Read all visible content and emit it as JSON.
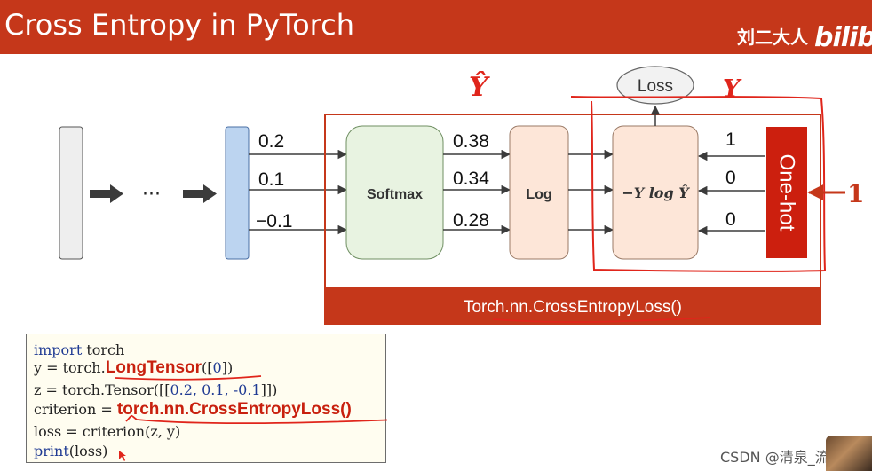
{
  "slide": {
    "title": "Cross Entropy in PyTorch",
    "logo_cn": "刘二大人",
    "logo_bili": "bilibi"
  },
  "diagram": {
    "ellipsis": "···",
    "logits": [
      "0.2",
      "0.1",
      "−0.1"
    ],
    "softmax_label": "Softmax",
    "probs": [
      "0.38",
      "0.34",
      "0.28"
    ],
    "log_label": "Log",
    "nll_label": "−Y log Ŷ",
    "loss_label": "Loss",
    "y_hat": "Ŷ",
    "y": "Y",
    "targets": [
      "1",
      "0",
      "0"
    ],
    "onehot_label": "One-hot",
    "class_index": "1",
    "crossentropy_label": "Torch.nn.CrossEntropyLoss()"
  },
  "code": {
    "line1_kw": "import",
    "line1_rest": " torch",
    "line2_pre": "y = torch.",
    "line2_hl": "LongTensor",
    "line2_mid": "([",
    "line2_num": "0",
    "line2_post": "])",
    "line3_pre": "z = torch.Tensor([[",
    "line3_nums": "0.2, 0.1, -0.1",
    "line3_post": "]])",
    "line4_pre": "criterion = ",
    "line4_hl": "torch.nn.CrossEntropyLoss()",
    "line5": "loss = criterion(z, y)",
    "line6_kw": "print",
    "line6_rest": "(loss)"
  },
  "watermark": "CSDN @清泉_流响",
  "colors": {
    "title_bar": "#c5371a",
    "frame_red": "#c5371a",
    "annotation_red": "#e0251b",
    "softmax_fill": "#e8f3e1",
    "log_fill": "#fde6d8",
    "logit_fill": "#bcd4f0",
    "onehot_fill": "#cc1f0e"
  }
}
